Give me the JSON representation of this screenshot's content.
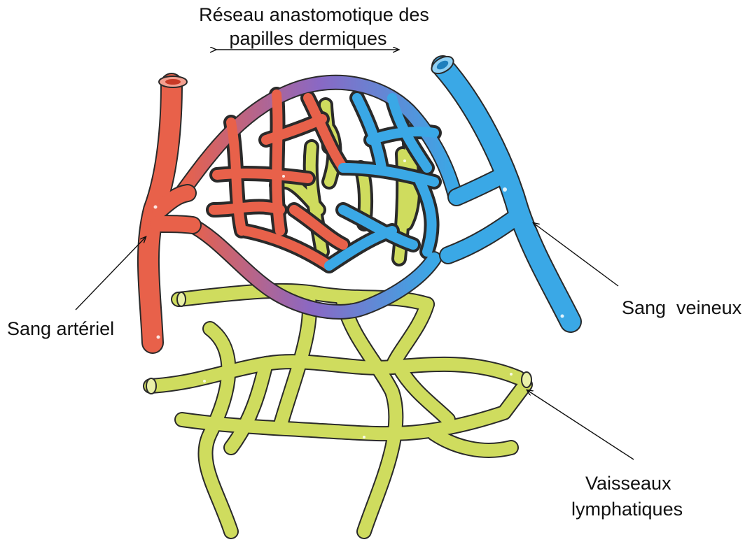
{
  "title": {
    "line1": "Réseau anastomotique des",
    "line2": "papilles dermiques"
  },
  "labels": {
    "arterial": "Sang artériel",
    "venous": "Sang  veineux",
    "lymph_line1": "Vaisseaux",
    "lymph_line2": "lymphatiques"
  },
  "colors": {
    "arterial": "#e8614a",
    "venous": "#3aa8e6",
    "lymphatic": "#cfdc5e",
    "mixing": "#8a68c4",
    "outline": "#2a2a2a"
  }
}
